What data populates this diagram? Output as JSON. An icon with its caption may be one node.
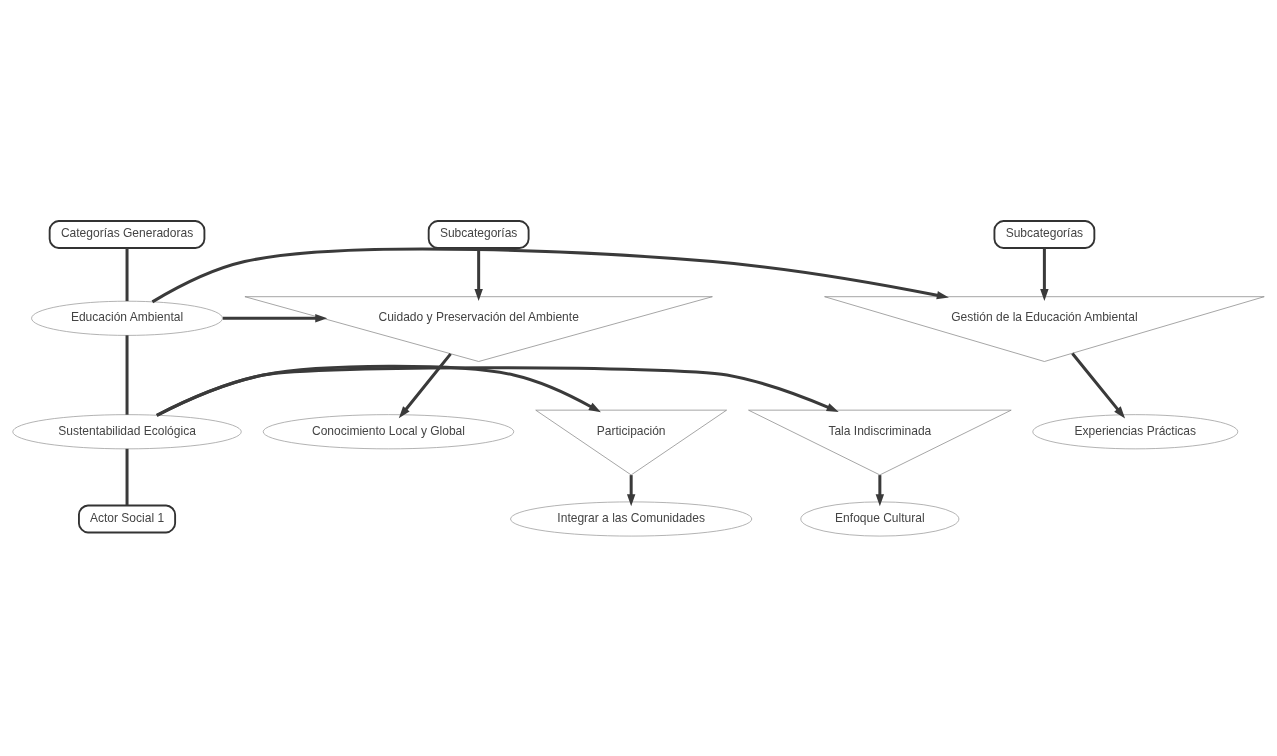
{
  "diagram": {
    "nodes": [
      {
        "text": [
          "Subcategorías"
        ]
      },
      {
        "text": [
          "Categorías Generadoras"
        ]
      },
      {
        "text": [
          "Subcategorías"
        ]
      },
      {
        "text": [
          "Cuidado y Preservación del Ambiente"
        ]
      },
      {
        "text": [
          "Educación Ambiental"
        ]
      },
      {
        "text": [
          "Gestión de la Educación Ambiental"
        ]
      },
      {
        "text": [
          "Conocimiento Local y Global"
        ]
      },
      {
        "text": [
          "Experiencias Prácticas"
        ]
      },
      {
        "text": [
          "Tala Indiscriminada"
        ]
      },
      {
        "text": [
          "Sustentabilidad Ecológica"
        ]
      },
      {
        "text": [
          "Participación"
        ]
      },
      {
        "text": [
          "Enfoque Cultural"
        ]
      },
      {
        "text": [
          "Integrar a las Comunidades"
        ]
      },
      {
        "text": [
          "Actor Social 1"
        ]
      }
    ],
    "edges": [
      {
        "from": 0,
        "to": 3,
        "arrow": "to"
      },
      {
        "from": 1,
        "to": 4,
        "arrow": "none"
      },
      {
        "from": 2,
        "to": 5,
        "arrow": "to"
      },
      {
        "from": 4,
        "to": 3,
        "arrow": "to"
      },
      {
        "from": 4,
        "to": 5,
        "arrow": "to"
      },
      {
        "from": 3,
        "to": 6,
        "arrow": "to"
      },
      {
        "from": 5,
        "to": 7,
        "arrow": "to"
      },
      {
        "from": 4,
        "to": 9,
        "arrow": "none"
      },
      {
        "from": 9,
        "to": 8,
        "arrow": "to"
      },
      {
        "from": 9,
        "to": 10,
        "arrow": "to"
      },
      {
        "from": 8,
        "to": 11,
        "arrow": "to"
      },
      {
        "from": 10,
        "to": 12,
        "arrow": "to"
      },
      {
        "from": 9,
        "to": 13,
        "arrow": "none"
      }
    ]
  }
}
